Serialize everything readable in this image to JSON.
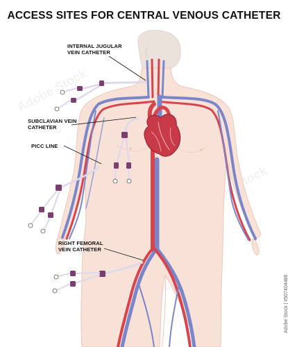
{
  "title": "ACCESS SITES FOR CENTRAL VENOUS CATHETER",
  "labels": {
    "internal_jugular": [
      "INTERNAL JUGULAR",
      "VEIN CATHETER"
    ],
    "subclavian": [
      "SUBCLAVIAN VEIN",
      "CATHETER"
    ],
    "picc": [
      "PICC LINE"
    ],
    "right_femoral": [
      "RIGHT FEMORAL",
      "VEIN CATHETER"
    ]
  },
  "watermark": "Adobe Stock",
  "stock_id": "Adobe Stock | #507404486",
  "colors": {
    "skin": "#f8e2d8",
    "skin_outline": "#ecc7b8",
    "artery": "#d9434c",
    "vein": "#7a86c9",
    "catheter_tube": "#ded8ec",
    "catheter_hub": "#7a3f6e",
    "heart": "#c83a48"
  }
}
